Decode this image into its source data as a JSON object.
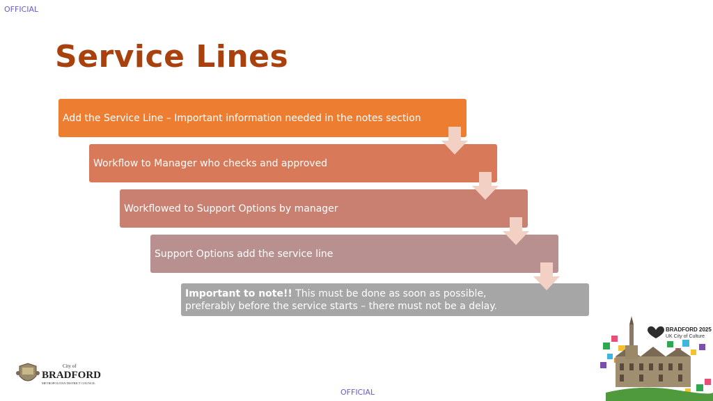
{
  "header": {
    "marking_top": "OFFICIAL"
  },
  "footer": {
    "marking_bottom": "OFFICIAL"
  },
  "slide": {
    "title": "Service Lines",
    "steps": [
      {
        "label": "Add the Service Line – Important information needed in the notes section",
        "color": "#ed7d31"
      },
      {
        "label": "Workflow to Manager who checks and approved",
        "color": "#d87a5a"
      },
      {
        "label": "Workflowed to Support Options by manager",
        "color": "#c98070"
      },
      {
        "label": "Support Options add  the service line",
        "color": "#b99090"
      }
    ],
    "note": {
      "bold": "Important to note!!",
      "text": " This must be done as soon as possible, preferably before the service starts – there must not be a delay.",
      "color": "#a6a6a6"
    },
    "arrow_color": "#f2d0c4"
  },
  "logos": {
    "council": {
      "city_of": "City of",
      "name": "BRADFORD",
      "sub": "METROPOLITAN DISTRICT COUNCIL"
    },
    "culture": {
      "line1": "BRADFORD 2025",
      "line2": "UK City of Culture"
    }
  }
}
